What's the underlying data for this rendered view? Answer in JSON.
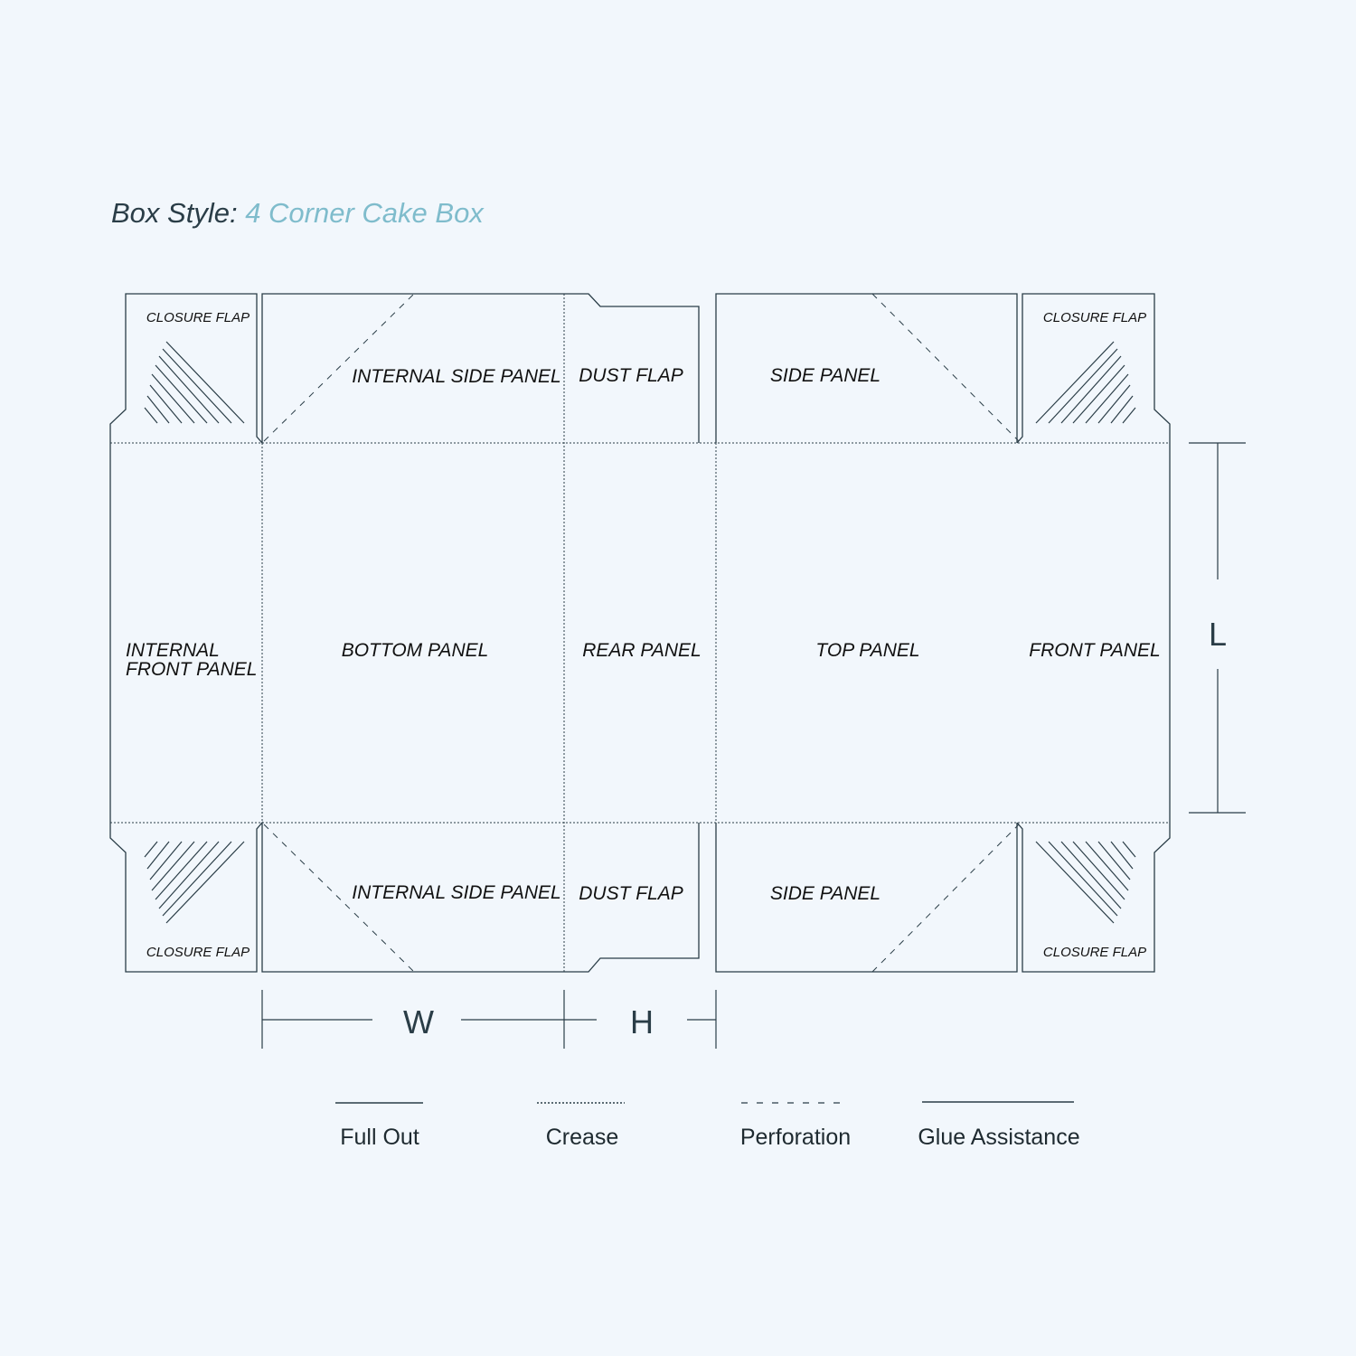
{
  "header": {
    "prefix": "Box Style:",
    "style_name": "4 Corner Cake Box"
  },
  "panels": {
    "closure_flap": "CLOSURE FLAP",
    "internal_side_panel": "INTERNAL SIDE PANEL",
    "dust_flap": "DUST FLAP",
    "side_panel": "SIDE PANEL",
    "internal_front_panel_line1": "INTERNAL",
    "internal_front_panel_line2": "FRONT PANEL",
    "bottom_panel": "BOTTOM PANEL",
    "rear_panel": "REAR PANEL",
    "top_panel": "TOP PANEL",
    "front_panel": "FRONT PANEL"
  },
  "dimensions": {
    "w": "W",
    "h": "H",
    "l": "L"
  },
  "legend": {
    "full_out": "Full Out",
    "crease": "Crease",
    "perforation": "Perforation",
    "glue_assistance": "Glue Assistance"
  },
  "colors": {
    "background": "#f2f7fc",
    "line": "#2a3d47",
    "accent": "#7fbccc"
  }
}
